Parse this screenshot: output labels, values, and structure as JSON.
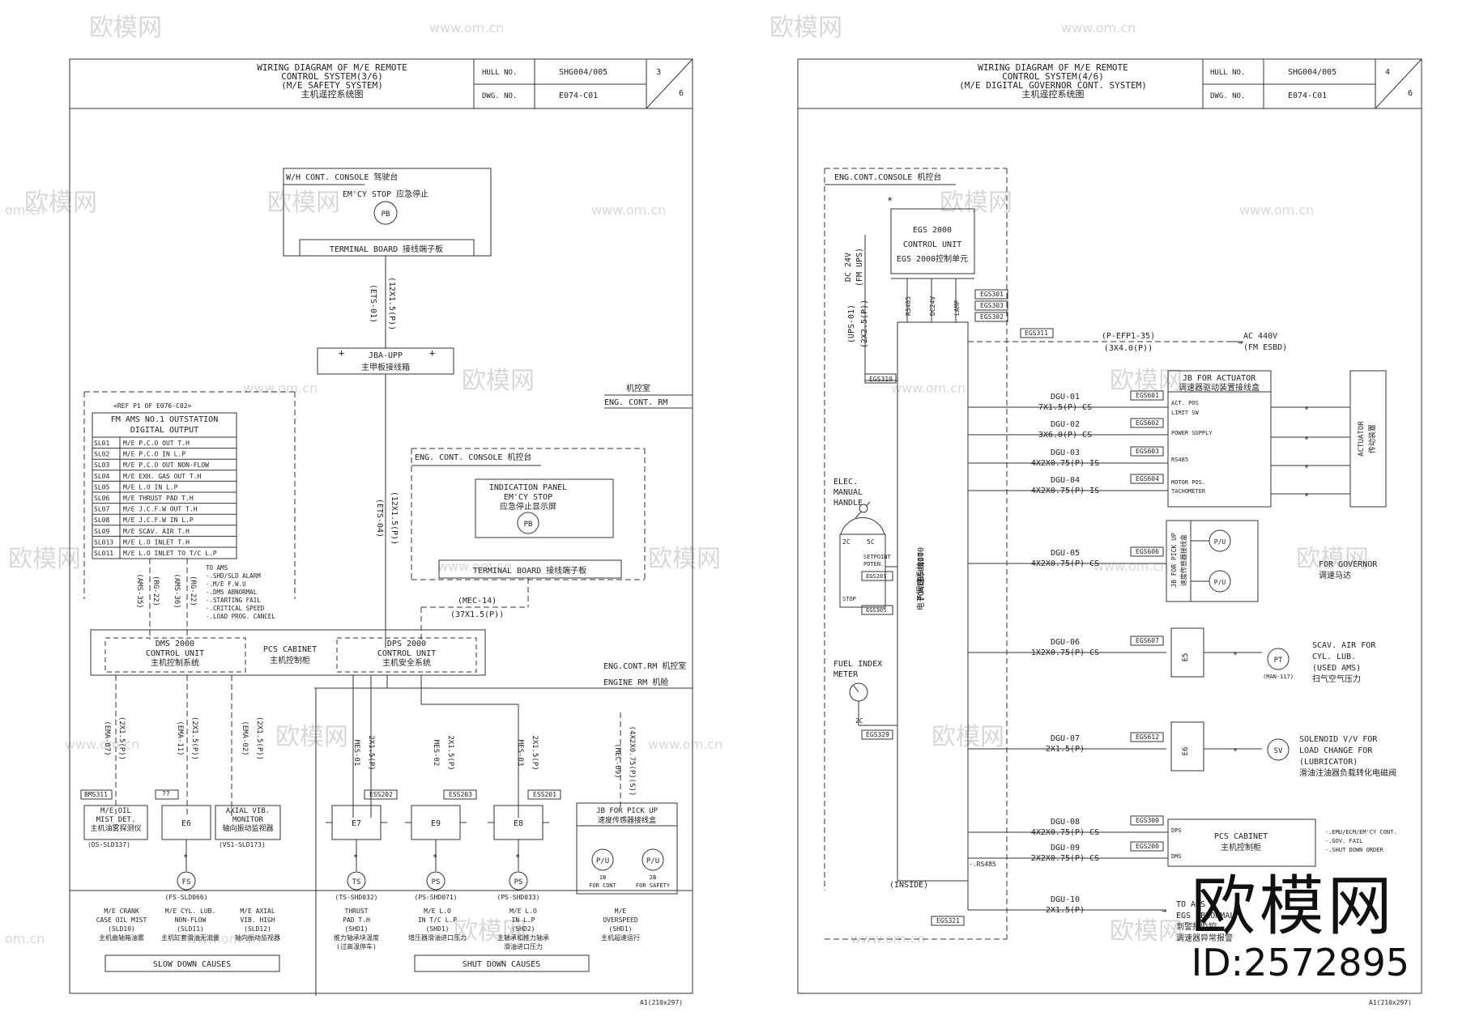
{
  "watermarks": {
    "logo": "欧模网",
    "url": "www.om.cn",
    "url_short": "om.cn"
  },
  "corner": {
    "brand": "欧模网",
    "id": "ID:2572895"
  },
  "left": {
    "title": [
      "WIRING DIAGRAM OF M/E REMOTE",
      "CONTROL SYSTEM(3/6)",
      "(M/E SAFETY SYSTEM)",
      "主机遥控系统图"
    ],
    "hull_label": "HULL NO.",
    "hull": "SHG004/005",
    "dwg_label": "DWG. NO.",
    "dwg": "E074-C01",
    "sheet": "3",
    "total": "6",
    "wh_console": "W/H CONT. CONSOLE 驾驶台",
    "emcy_stop": "EM'CY STOP 应急停止",
    "pb": "PB",
    "terminal_board": "TERMINAL BOARD  接线端子板",
    "ets01": [
      "(ETS-01)",
      "(12X1.5(P))"
    ],
    "jba": [
      "JBA-UPP",
      "主甲板接线箱"
    ],
    "engine_room_top": [
      "机控室",
      "ENG. CONT. RM"
    ],
    "ref": "<REF P1 OF E076-C02>",
    "fm_title": [
      "FM AMS NO.1 OUTSTATION",
      "DIGITAL OUTPUT"
    ],
    "fm_rows": [
      [
        "SL01",
        "M/E P.C.O OUT T.H"
      ],
      [
        "SL02",
        "M/E P.C.O IN L.P"
      ],
      [
        "SL03",
        "M/E P.C.O OUT NON-FLOW"
      ],
      [
        "SL04",
        "M/E EXH. GAS OUT T.H"
      ],
      [
        "SL05",
        "M/E L.O IN L.P"
      ],
      [
        "SL06",
        "M/E THRUST PAD T.H"
      ],
      [
        "SL07",
        "M/E J.C.F.W OUT T.H"
      ],
      [
        "SL08",
        "M/E J.C.F.W IN L.P"
      ],
      [
        "SL09",
        "M/E SCAV. AIR T.H"
      ],
      [
        "SL013",
        "M/E L.O INLET T.H"
      ],
      [
        "SL011",
        "M/E L.O INLET TO T/C L.P"
      ]
    ],
    "eng_console": "ENG. CONT. CONSOLE  机控台",
    "indication_panel": [
      "INDICATION PANEL",
      "EM'CY STOP",
      "应急停止显示屏"
    ],
    "to_ams": [
      "TO AMS",
      "-.SHD/SLD ALARM",
      "-.M/E F.W.U",
      "-.DMS ABNORMAL",
      "-.STARTING FAIL",
      "-.CRITICAL SPEED",
      "-.LOAD PROG. CANCEL"
    ],
    "ets04": [
      "(ETS-04)",
      "(12X1.5(P))"
    ],
    "ams_cables": [
      "(AMS-35)",
      "(RG-22)",
      "(AMS-36)",
      "(RG-22)"
    ],
    "mec14": [
      "(MEC-14)",
      "(37X1.5(P))"
    ],
    "dms": [
      "DMS 2000",
      "CONTROL UNIT",
      "主机控制系统"
    ],
    "pcs": [
      "PCS CABINET",
      "主机控制柜"
    ],
    "dps": [
      "DPS 2000",
      "CONTROL UNIT",
      "主机安全系统"
    ],
    "room_split": [
      "ENG.CONT.RM 机控室",
      "ENGINE RM  机舱"
    ],
    "slow_cables": [
      [
        "(EMA-07)",
        "(2X1.5(P))"
      ],
      [
        "(EMA-11)",
        "(2X1.5(P))"
      ],
      [
        "(EMA-02)",
        "(2X1.5(P))"
      ]
    ],
    "shut_cables": [
      [
        "MES-01",
        "2X1.5(P)"
      ],
      [
        "MES-02",
        "2X1.5(P)"
      ],
      [
        "MES-03",
        "2X1.5(P)"
      ]
    ],
    "mec09": [
      "(MEC-09)",
      "(4X2X0.75(P)(S))"
    ],
    "tags": {
      "bms": "BMS311",
      "q": "??",
      "e6": "E6",
      "ess202": "ESS202",
      "ess203": "ESS203",
      "ess201": "ESS201"
    },
    "oil_mist": [
      "M/E OIL",
      "MIST DET.",
      "主机油雾探测仪"
    ],
    "oil_mist_sub": "(DS-SLD137)",
    "axial": [
      "AXIAL VIB.",
      "MONITOR",
      "轴向振动监视器"
    ],
    "axial_sub": "(VS1-SLD173)",
    "boxes": [
      "E7",
      "E9",
      "E8"
    ],
    "jb_pickup": [
      "JB FOR PICK UP",
      "速度传感器接线盒"
    ],
    "pu": "P/U",
    "pu_labels": [
      [
        "1B",
        "FOR CONT"
      ],
      [
        "2B",
        "FOR SAFETY"
      ]
    ],
    "fs": "FS",
    "fs_sub": "(FS-SLD066)",
    "ts": "TS",
    "ts_sub": "(TS-SHD032)",
    "ps1": "PS",
    "ps1_sub": "(PS-SHD071)",
    "ps2": "PS",
    "ps2_sub": "(PS-SHD033)",
    "slow_items": [
      [
        "M/E CRANK",
        "CASE OIL MIST",
        "(SLD10)",
        "主机曲轴箱油雾"
      ],
      [
        "M/E CYL. LUB.",
        "NON-FLOW",
        "(SLD11)",
        "主机缸套滑油无流量"
      ],
      [
        "M/E AXIAL",
        "VIB. HIGH",
        "(SLD12)",
        "轴向振动监视器"
      ]
    ],
    "shut_items": [
      [
        "THRUST",
        "PAD T.H",
        "(SHD1)",
        "推力轴承块温度",
        "(过高温停车)"
      ],
      [
        "M/E L.O",
        "IN T/C L.P",
        "(SHD1)",
        "增压器滑油进口压力"
      ],
      [
        "M/E L.O",
        "IN L.P",
        "(SHD2)",
        "主轴承和推力轴承",
        "滑油进口压力"
      ],
      [
        "M/E",
        "OVERSPEED",
        "(SHD1)",
        "主机超速运行"
      ]
    ],
    "slow_causes": "SLOW DOWN CAUSES",
    "shut_causes": "SHUT DOWN CAUSES",
    "sheet_size": "A1(210x297)"
  },
  "right": {
    "title": [
      "WIRING DIAGRAM OF M/E REMOTE",
      "CONTROL SYSTEM(4/6)",
      "(M/E DIGITAL GOVERNOR CONT. SYSTEM)",
      "主机遥控系统图"
    ],
    "hull_label": "HULL NO.",
    "hull": "SHG004/005",
    "dwg_label": "DWG. NO.",
    "dwg": "E074-C01",
    "sheet": "4",
    "total": "6",
    "eng_console": "ENG.CONT.CONSOLE  机控台",
    "egs_unit": [
      "EGS 2000",
      "CONTROL UNIT",
      "EGS 2000控制单元"
    ],
    "dc24": [
      "DC 24V",
      "(FM UPS)"
    ],
    "ups": [
      "(UPS-01)",
      "(2X2.5(P))"
    ],
    "egs_tags": [
      "EGS301",
      "EGS303",
      "EGS302"
    ],
    "pin_labels": [
      "RS485",
      "DC24V",
      "LAMP"
    ],
    "egs310": "EGS310",
    "egs311": "EGS311",
    "pefp": [
      "(P-EFP1-35)",
      "(3X4.0(P))"
    ],
    "ac440": [
      "AC 440V",
      "(FM ESBD)"
    ],
    "power_unit": [
      "EGS 2000",
      "POWER UNIT",
      "电子调速系统"
    ],
    "jb_actuator": [
      "JB FOR ACTUATOR",
      "调速器驱动装置接线盒"
    ],
    "jb_rows": [
      "ACT. POS",
      "LIMIT SW",
      "POWER SUPPLY",
      "RS485",
      "MOTOR POS.",
      "TACHOMETER"
    ],
    "actuator": [
      "ACTUATOR",
      "传动装置"
    ],
    "dgu": [
      {
        "name": "DGU-01",
        "cable": "7X1.5(P)-CS",
        "tag": "EGS601"
      },
      {
        "name": "DGU-02",
        "cable": "3X6.0(P)-CS",
        "tag": "EGS602"
      },
      {
        "name": "DGU-03",
        "cable": "4X2X0.75(P)-IS",
        "tag": "EGS603"
      },
      {
        "name": "DGU-04",
        "cable": "4X2X0.75(P)-IS",
        "tag": "EGS604"
      },
      {
        "name": "DGU-05",
        "cable": "4X2X0.75(P)-CS",
        "tag": "EGS606"
      },
      {
        "name": "DGU-06",
        "cable": "1X2X0.75(P)-CS",
        "tag": "EGS607"
      },
      {
        "name": "DGU-07",
        "cable": "2X1.5(P)",
        "tag": "EGS612"
      },
      {
        "name": "DGU-08",
        "cable": "4X2X0.75(P)-CS",
        "tag": "EGS300"
      },
      {
        "name": "DGU-09",
        "cable": "2X2X0.75(P)-CS",
        "tag": "EGS200"
      },
      {
        "name": "DGU-10",
        "cable": "2X1.5(P)",
        "tag": "EGS321"
      }
    ],
    "elec_handle": [
      "ELEC.",
      "MANUAL",
      "HANDLE"
    ],
    "handle_labels": [
      "2C",
      "5C",
      "SETPOINT",
      "POTEN.",
      "EGS201",
      "STOP",
      "EGS305"
    ],
    "fuel_meter": [
      "FUEL INDEX",
      "METER",
      "2C",
      "EGS329"
    ],
    "jb_pickup": [
      "JB FOR PICK UP",
      "速度传感器接线盒"
    ],
    "pu": "P/U",
    "governor": [
      "FOR GOVERNOR",
      "调速马达"
    ],
    "e5": "E5",
    "e6": "E6",
    "pt": "PT",
    "pt_sub": "(MAN-117)",
    "scav": [
      "SCAV. AIR FOR",
      "CYL. LUB.",
      "(USED AMS)",
      "扫气空气压力"
    ],
    "sv": "SV",
    "solenoid": [
      "SOLENOID V/V FOR",
      "LOAD CHANGE FOR",
      "(LUBRICATOR)",
      "滑油注油器负载转化电磁阀"
    ],
    "pcs": [
      "PCS CABINET",
      "主机控制柜"
    ],
    "pcs_pins": [
      "DPS",
      "DMS"
    ],
    "pcs_notes": [
      "-.EMU/ECM/EM'CY CONT.",
      "-.GOV. FAIL",
      "-.SHUT DOWN ORDER"
    ],
    "rs485": "-.RS485",
    "inside": "(INSIDE)",
    "to_ams": [
      "TO AMS",
      "EGS ABNORMAL",
      "到警报监控",
      "调速器异常报警"
    ],
    "sheet_size": "A1(210x297)"
  }
}
